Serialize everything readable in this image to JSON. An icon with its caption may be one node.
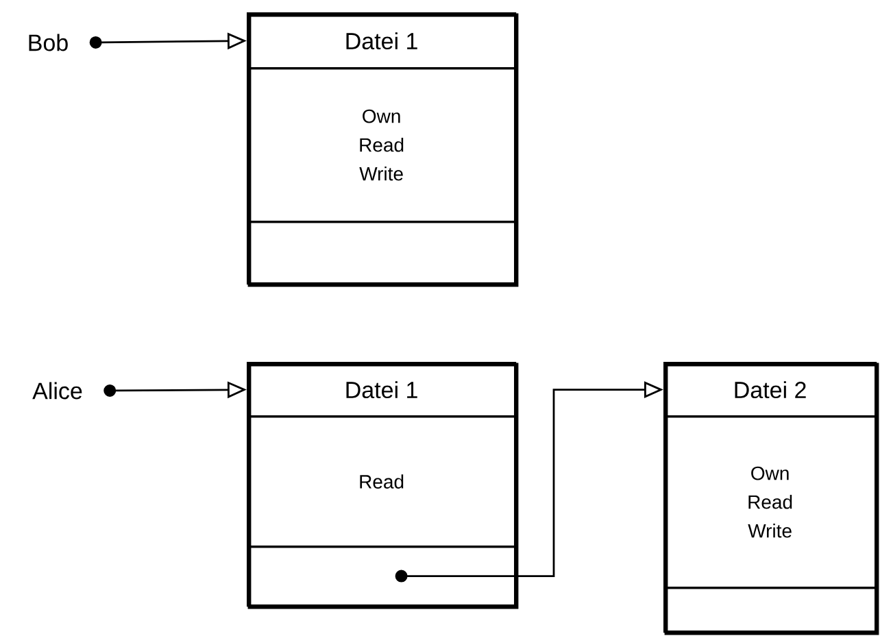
{
  "diagram": {
    "nodes": [
      {
        "text": [
          "Bob"
        ]
      },
      {
        "text": [],
        "shape": "box"
      },
      {
        "text": [
          "Datei 1"
        ],
        "in": 1
      },
      {
        "text": [
          "Own",
          "Read",
          "Write"
        ],
        "in": 1
      },
      {
        "text": [],
        "shape": "box",
        "in": 1
      },
      {
        "text": [
          "Alice"
        ]
      },
      {
        "text": [],
        "shape": "box"
      },
      {
        "text": [
          "Datei 1"
        ],
        "in": 6
      },
      {
        "text": [
          "Read"
        ],
        "in": 6
      },
      {
        "text": [],
        "shape": "box",
        "in": 6
      },
      {
        "text": [],
        "shape": "box"
      },
      {
        "text": [
          "Datei 2"
        ],
        "in": 10
      },
      {
        "text": [
          "Own",
          "Read",
          "Write"
        ],
        "in": 10
      },
      {
        "text": [],
        "shape": "box",
        "in": 10
      }
    ],
    "edges": [
      {
        "from": 0,
        "to": 2,
        "arrow": "to"
      },
      {
        "from": 5,
        "to": 7,
        "arrow": "to"
      },
      {
        "from": 9,
        "to": 11,
        "arrow": "to"
      }
    ]
  }
}
